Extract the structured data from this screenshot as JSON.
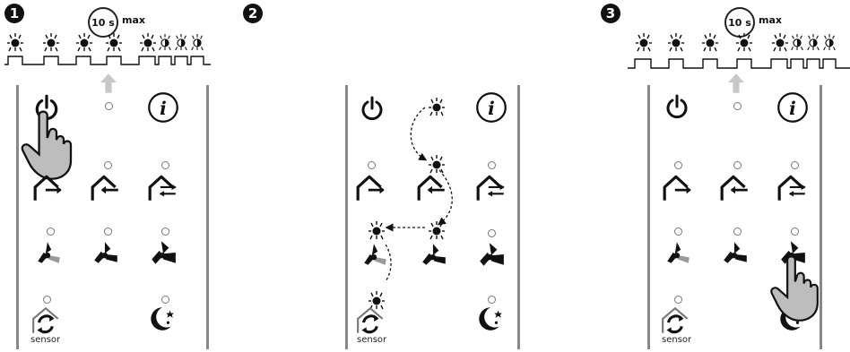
{
  "steps": [
    {
      "number": "1"
    },
    {
      "number": "2"
    },
    {
      "number": "3"
    }
  ],
  "timer": {
    "duration": "10 s",
    "max": "max"
  },
  "labels": {
    "sensor": "sensor"
  },
  "colors": {
    "line": "#888888",
    "icon": "#111111",
    "fan_grey": "#9a9a9a",
    "hand": "#bdbdbd"
  }
}
